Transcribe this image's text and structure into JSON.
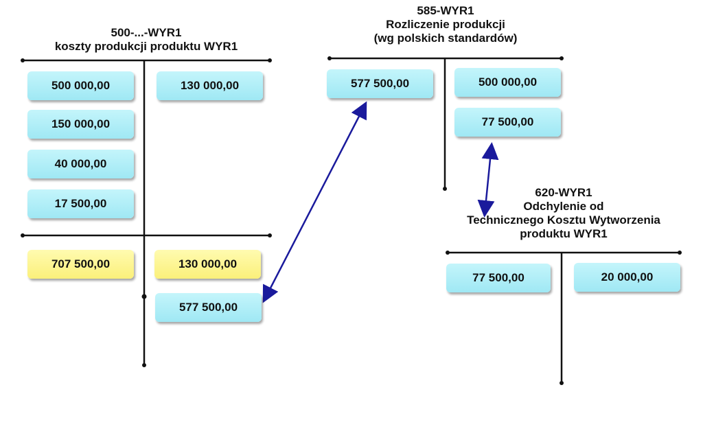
{
  "account_500": {
    "title_line1": "500-...-WYR1",
    "title_line2": "koszty produkcji produktu WYR1",
    "debit": [
      "500 000,00",
      "150 000,00",
      "40 000,00",
      "17 500,00"
    ],
    "credit": [
      "130 000,00"
    ],
    "debit_total": "707 500,00",
    "credit_total": "130 000,00",
    "credit_balance": "577 500,00"
  },
  "account_585": {
    "title_line1": "585-WYR1",
    "title_line2": "Rozliczenie produkcji",
    "title_line3": "(wg polskich standardów)",
    "debit": [
      "577 500,00"
    ],
    "credit": [
      "500 000,00",
      "77 500,00"
    ]
  },
  "account_620": {
    "title_line1": "620-WYR1",
    "title_line2": "Odchylenie od",
    "title_line3": "Technicznego Kosztu Wytworzenia",
    "title_line4": "produktu WYR1",
    "debit": [
      "77 500,00"
    ],
    "credit": [
      "20 000,00"
    ]
  },
  "colors": {
    "entry_box": "#a8ecf6",
    "total_box": "#fbf07a",
    "arrow": "#1a1a9c",
    "axis": "#111111"
  }
}
